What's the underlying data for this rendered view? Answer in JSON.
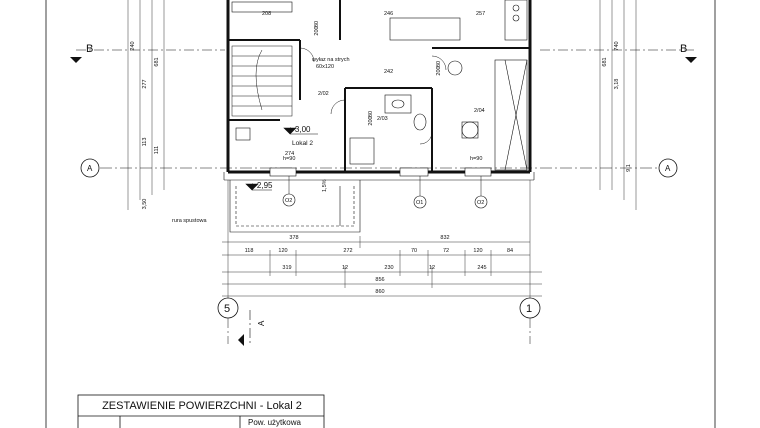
{
  "drawing": {
    "section_marker_left": "B",
    "section_marker_right": "B",
    "axis_left": "A",
    "axis_right": "A",
    "axis_bottom_left": "5",
    "axis_bottom_right": "1",
    "section_marker_bottom": "A",
    "level_main": "+ 3,00",
    "level_stair": "+ 2,95",
    "unit_label": "Lokal 2",
    "room_label_hall": "2/02",
    "room_label_bath": "2/03",
    "room_label_bedroom": "2/04",
    "vent_note": "wyłaz na strych",
    "vent_size": "60x120",
    "drain_note": "rura spustowa",
    "slope_label": "1,5%",
    "height_left": "h=90",
    "height_right": "h=90",
    "window_tags": [
      "O2",
      "O1",
      "O2"
    ],
    "door_tags": [
      "80",
      "200",
      "80",
      "200",
      "80",
      "200"
    ],
    "top_dims": [
      "208",
      "246",
      "257"
    ],
    "mid_dims": [
      "242",
      "274"
    ],
    "dim_row1": [
      "378",
      "832"
    ],
    "dim_row2": [
      "118",
      "120",
      "272",
      "70",
      "72",
      "120",
      "84"
    ],
    "dim_row3": [
      "319",
      "12",
      "230",
      "12",
      "245"
    ],
    "dim_row4": [
      "856"
    ],
    "dim_row5": [
      "860"
    ],
    "side_dims_left": [
      "240",
      "277",
      "113",
      "111",
      "681",
      "3,50"
    ],
    "side_dims_right": [
      "681",
      "740",
      "3,18",
      "9,1"
    ]
  },
  "table": {
    "title": "ZESTAWIENIE POWIERZCHNI - Lokal 2",
    "header_cell": "Pow. użytkowa"
  }
}
